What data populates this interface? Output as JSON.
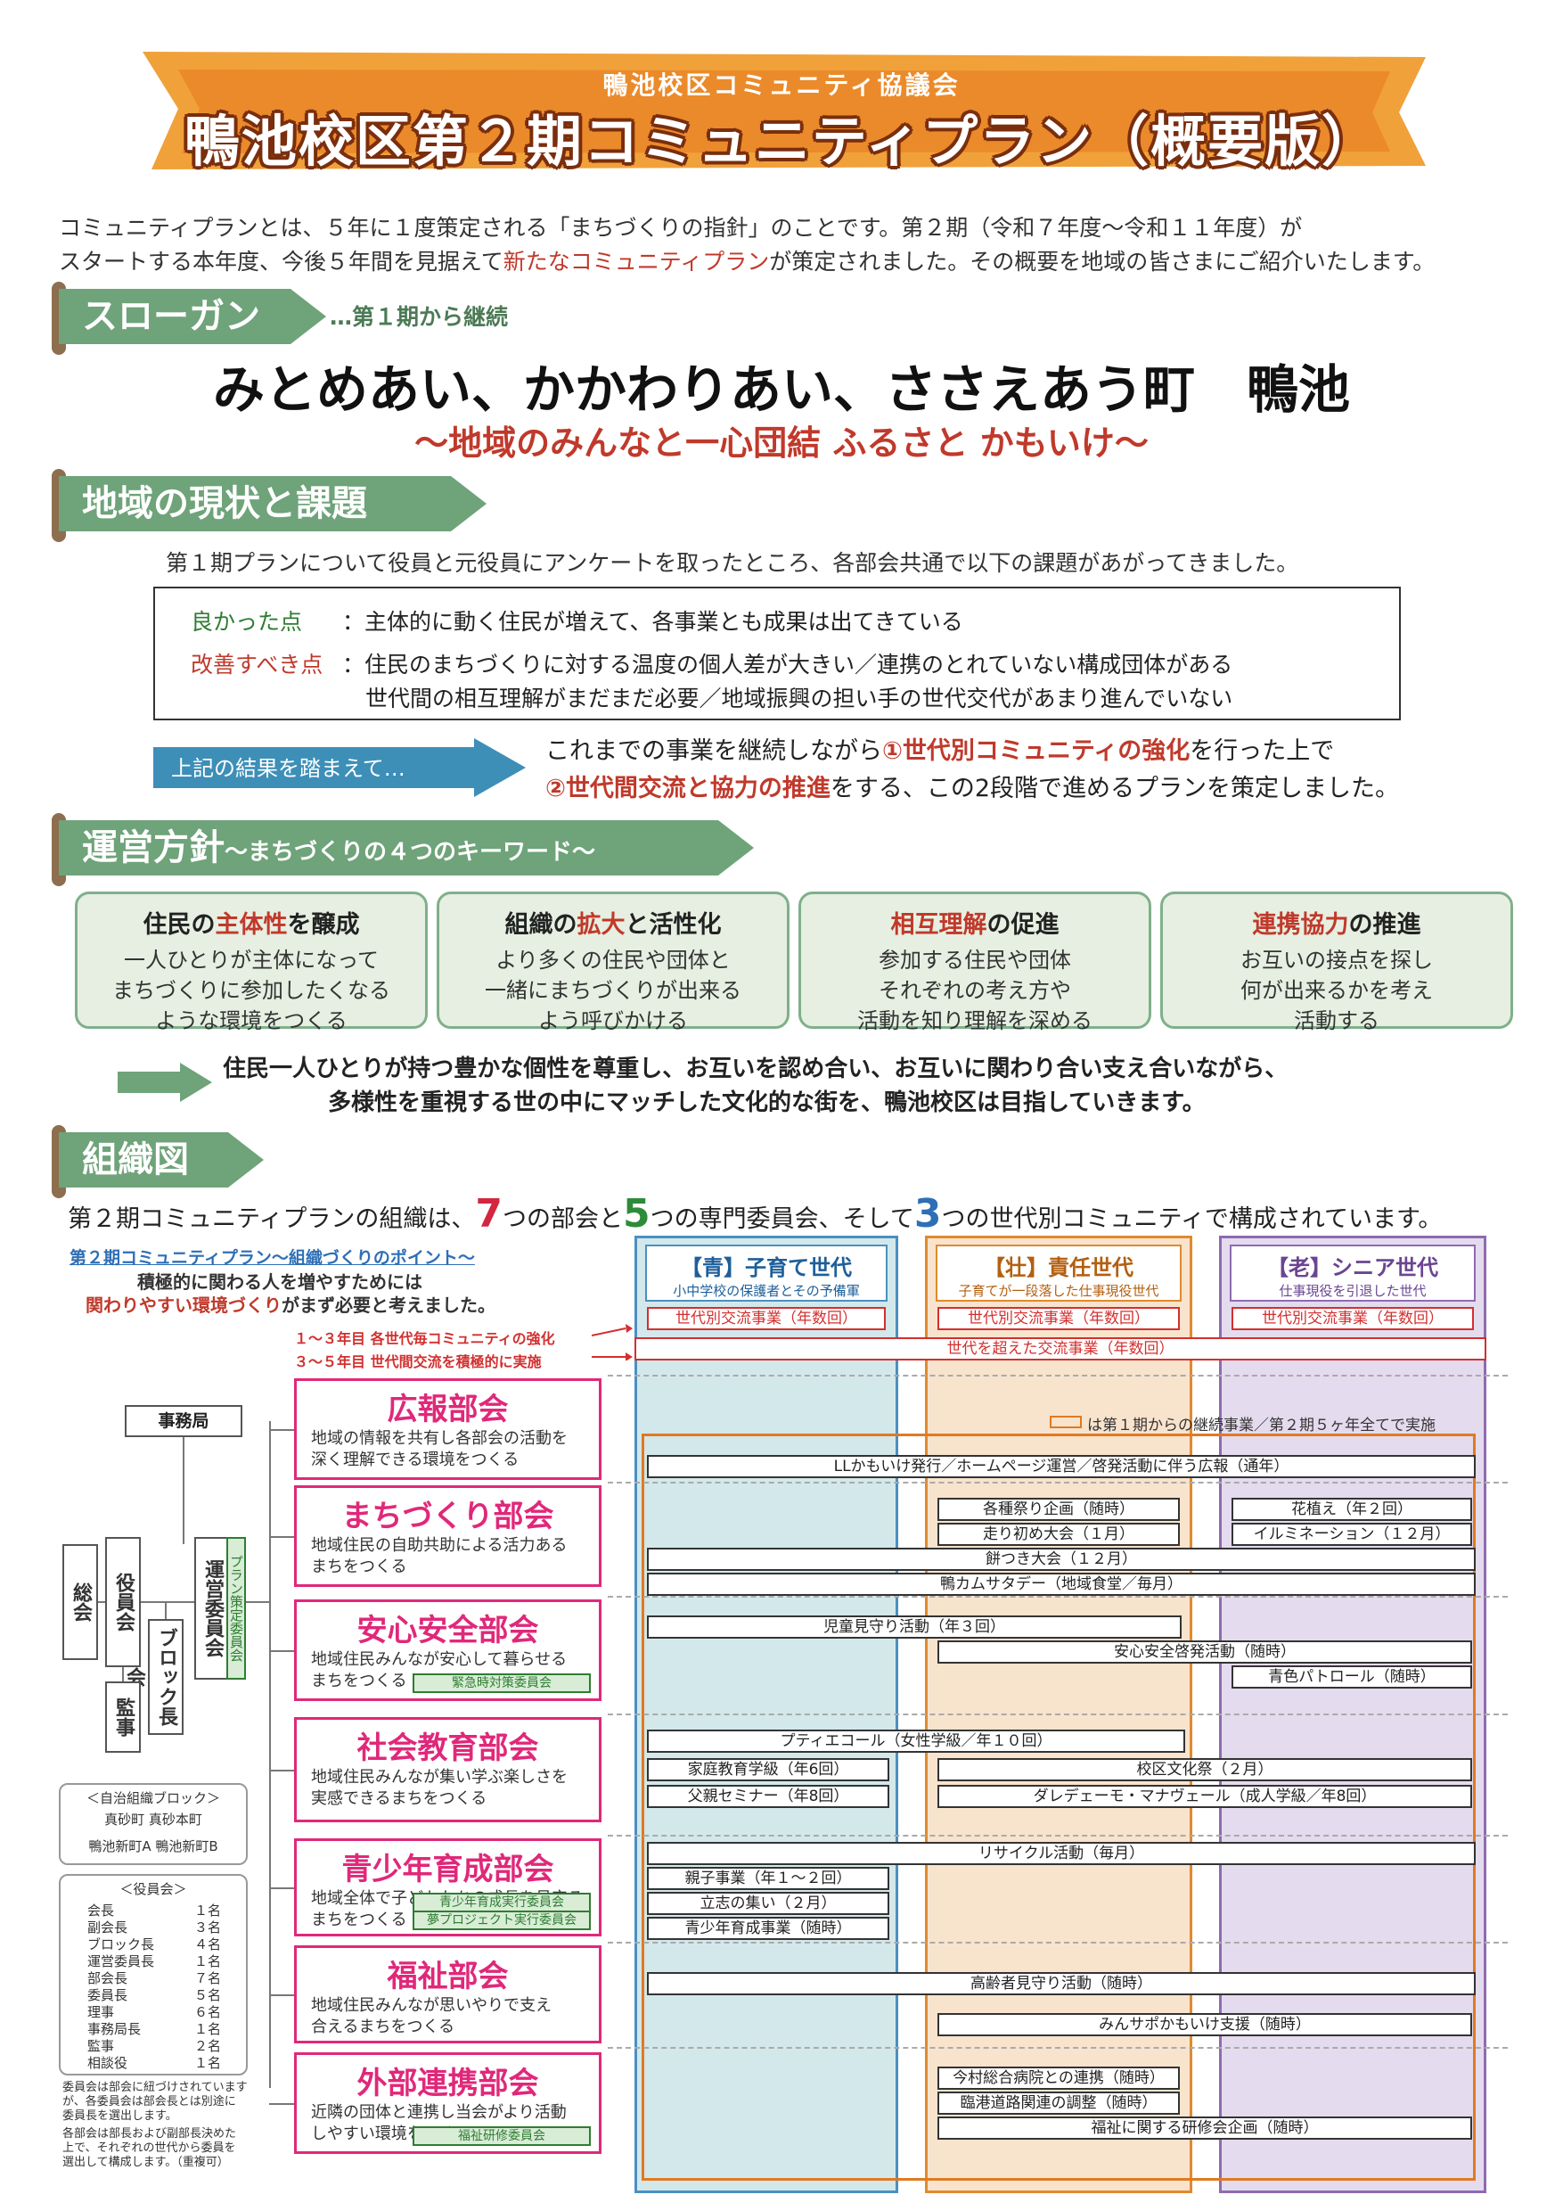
{
  "header": {
    "subtitle": "鴨池校区コミュニティ協議会",
    "title": "鴨池校区第２期コミュニティプラン（概要版）"
  },
  "intro": {
    "line1": "コミュニティプランとは、５年に１度策定される「まちづくりの指針」のことです。第２期（令和７年度～令和１１年度）が",
    "line2_a": "スタートする本年度、今後５年間を見据えて",
    "line2_b": "新たなコミュニティプラン",
    "line2_c": "が策定されました。その概要を地域の皆さまにご紹介いたします。"
  },
  "slogan": {
    "heading": "スローガン",
    "note": "…第１期から継続",
    "main": "みとめあい、かかわりあい、ささえあう町　鴨池",
    "sub": "～地域のみんなと一心団結 ふるさと かもいけ～"
  },
  "issues": {
    "heading": "地域の現状と課題",
    "lead": "第１期プランについて役員と元役員にアンケートを取ったところ、各部会共通で以下の課題があがってきました。",
    "good_label": "良かった点",
    "good_text": "：主体的に動く住民が増えて、各事業とも成果は出てきている",
    "improve_label": "改善すべき点",
    "improve_text1": "：住民のまちづくりに対する温度の個人差が大きい／連携のとれていない構成団体がある",
    "improve_text2": "世代間の相互理解がまだまだ必要／地域振興の担い手の世代交代があまり進んでいない",
    "arrow_label": "上記の結果を踏まえて…",
    "result1_a": "これまでの事業を継続しながら",
    "result1_b": "①世代別コミュニティの強化",
    "result1_c": "を行った上で",
    "result2_a": "②世代間交流と協力の推進",
    "result2_b": "をする、この2段階で進めるプランを策定しました。"
  },
  "policy": {
    "heading": "運営方針",
    "heading_sub": "～まちづくりの４つのキーワード～",
    "keywords": [
      {
        "pre": "住民の",
        "hl": "主体性",
        "post": "を醸成",
        "body": [
          "一人ひとりが主体になって",
          "まちづくりに参加したくなる",
          "ような環境をつくる"
        ]
      },
      {
        "pre": "組織の",
        "hl": "拡大",
        "post": "と活性化",
        "body": [
          "より多くの住民や団体と",
          "一緒にまちづくりが出来る",
          "よう呼びかける"
        ]
      },
      {
        "pre": "",
        "hl": "相互理解",
        "post": "の促進",
        "body": [
          "参加する住民や団体",
          "それぞれの考え方や",
          "活動を知り理解を深める"
        ]
      },
      {
        "pre": "",
        "hl": "連携協力",
        "post": "の推進",
        "body": [
          "お互いの接点を探し",
          "何が出来るかを考え",
          "活動する"
        ]
      }
    ],
    "conclusion1": "住民一人ひとりが持つ豊かな個性を尊重し、お互いを認め合い、お互いに関わり合い支え合いながら、",
    "conclusion2": "多様性を重視する世の中にマッチした文化的な街を、鴨池校区は目指していきます。"
  },
  "org": {
    "heading": "組織図",
    "lead_a": "第２期コミュニティプランの組織は、",
    "n1": "7",
    "lead_b": "つの部会と",
    "n2": "5",
    "lead_c": "つの専門委員会、そして",
    "n3": "3",
    "lead_d": "つの世代別コミュニティで構成されています。",
    "point_title": "第２期コミュニティプラン～組織づくりのポイント～",
    "point1": "積極的に関わる人を増やすためには",
    "point2_a": "関わりやすい環境づくり",
    "point2_b": "がまず必要と考えました。",
    "phase1": "１～３年目 各世代毎コミュニティの強化",
    "phase2": "３～５年目 世代間交流を積極的に実施",
    "jimukyoku": "事務局",
    "sokai": "総会",
    "yakuinkai": "役員会",
    "unei": "運営委員会",
    "plan_committee": "プラン策定委員会",
    "block": "ブロック長会",
    "kanji": "監事",
    "blocks_title": "＜自治組織ブロック＞",
    "blocks_1": "真砂町 真砂本町",
    "blocks_2": "鴨池新町A 鴨池新町B",
    "roles_title": "＜役員会＞",
    "roles": [
      {
        "r": "会長",
        "n": "１名"
      },
      {
        "r": "副会長",
        "n": "３名"
      },
      {
        "r": "ブロック長",
        "n": "４名"
      },
      {
        "r": "運営委員長",
        "n": "１名"
      },
      {
        "r": "部会長",
        "n": "７名"
      },
      {
        "r": "委員長",
        "n": "５名"
      },
      {
        "r": "理事",
        "n": "６名"
      },
      {
        "r": "事務局長",
        "n": "１名"
      },
      {
        "r": "監事",
        "n": "２名"
      },
      {
        "r": "相談役",
        "n": "１名"
      }
    ],
    "note1": [
      "委員会は部会に紐づけされています",
      "が、各委員会は部会長とは別途に",
      "委員長を選出します。"
    ],
    "note2": [
      "各部会は部長および副部長決めた",
      "上で、それぞれの世代から委員を",
      "選出して構成します。（重複可）"
    ],
    "legend": "は第１期からの継続事業／第２期５ヶ年全てで実施",
    "generations": [
      {
        "name": "【青】子育て世代",
        "desc": "小中学校の保護者とその予備軍",
        "color": "#4a90c2",
        "bg": "#d3e8ea"
      },
      {
        "name": "【壮】責任世代",
        "desc": "子育てが一段落した仕事現役世代",
        "color": "#e08a2e",
        "bg": "#f8e3cc"
      },
      {
        "name": "【老】シニア世代",
        "desc": "仕事現役を引退した世代",
        "color": "#8e6bb0",
        "bg": "#e4dbee"
      }
    ],
    "gen_event": "世代別交流事業（年数回）",
    "cross_event": "世代を超えた交流事業（年数回）",
    "departments": [
      {
        "name": "広報部会",
        "desc": [
          "地域の情報を共有し各部会の活動を",
          "深く理解できる環境をつくる"
        ],
        "badges": []
      },
      {
        "name": "まちづくり部会",
        "desc": [
          "地域住民の自助共助による活力ある",
          "まちをつくる"
        ],
        "badges": []
      },
      {
        "name": "安心安全部会",
        "desc": [
          "地域住民みんなが安心して暮らせる",
          "まちをつくる"
        ],
        "badges": [
          "緊急時対策委員会"
        ]
      },
      {
        "name": "社会教育部会",
        "desc": [
          "地域住民みんなが集い学ぶ楽しさを",
          "実感できるまちをつくる"
        ],
        "badges": []
      },
      {
        "name": "青少年育成部会",
        "desc": [
          "地域全体で子どもたちの成長を見守る",
          "まちをつくる"
        ],
        "badges": [
          "青少年育成実行委員会",
          "夢プロジェクト実行委員会"
        ]
      },
      {
        "name": "福祉部会",
        "desc": [
          "地域住民みんなが思いやりで支え",
          "合えるまちをつくる"
        ],
        "badges": []
      },
      {
        "name": "外部連携部会",
        "desc": [
          "近隣の団体と連携し当会がより活動",
          "しやすい環境をつくる"
        ],
        "badges": [
          "福祉研修委員会"
        ]
      }
    ],
    "events": {
      "e01": "LLかもいけ発行／ホームページ運営／啓発活動に伴う広報（通年）",
      "e02": "各種祭り企画（随時）",
      "e03": "花植え（年２回）",
      "e04": "走り初め大会（１月）",
      "e05": "イルミネーション（１２月）",
      "e06": "餅つき大会（１２月）",
      "e07": "鴨カムサタデー（地域食堂／毎月）",
      "e08": "児童見守り活動（年３回）",
      "e09": "安心安全啓発活動（随時）",
      "e10": "青色パトロール（随時）",
      "e11": "プティエコール（女性学級／年１０回）",
      "e12": "家庭教育学級（年6回）",
      "e13": "校区文化祭（２月）",
      "e14": "父親セミナー（年8回）",
      "e15": "ダレデェーモ・マナヴェール（成人学級／年8回）",
      "e16": "リサイクル活動（毎月）",
      "e17": "親子事業（年１～２回）",
      "e18": "立志の集い（２月）",
      "e19": "青少年育成事業（随時）",
      "e20": "高齢者見守り活動（随時）",
      "e21": "みんサポかもいけ支援（随時）",
      "e22": "今村総合病院との連携（随時）",
      "e23": "臨港道路関連の調整（随時）",
      "e24": "福祉に関する研修会企画（随時）"
    }
  },
  "colors": {
    "accent_green": "#6fa37a",
    "banner_orange": "#f0a13a",
    "dept_pink": "#e0287a",
    "highlight_red": "#c0392b"
  }
}
